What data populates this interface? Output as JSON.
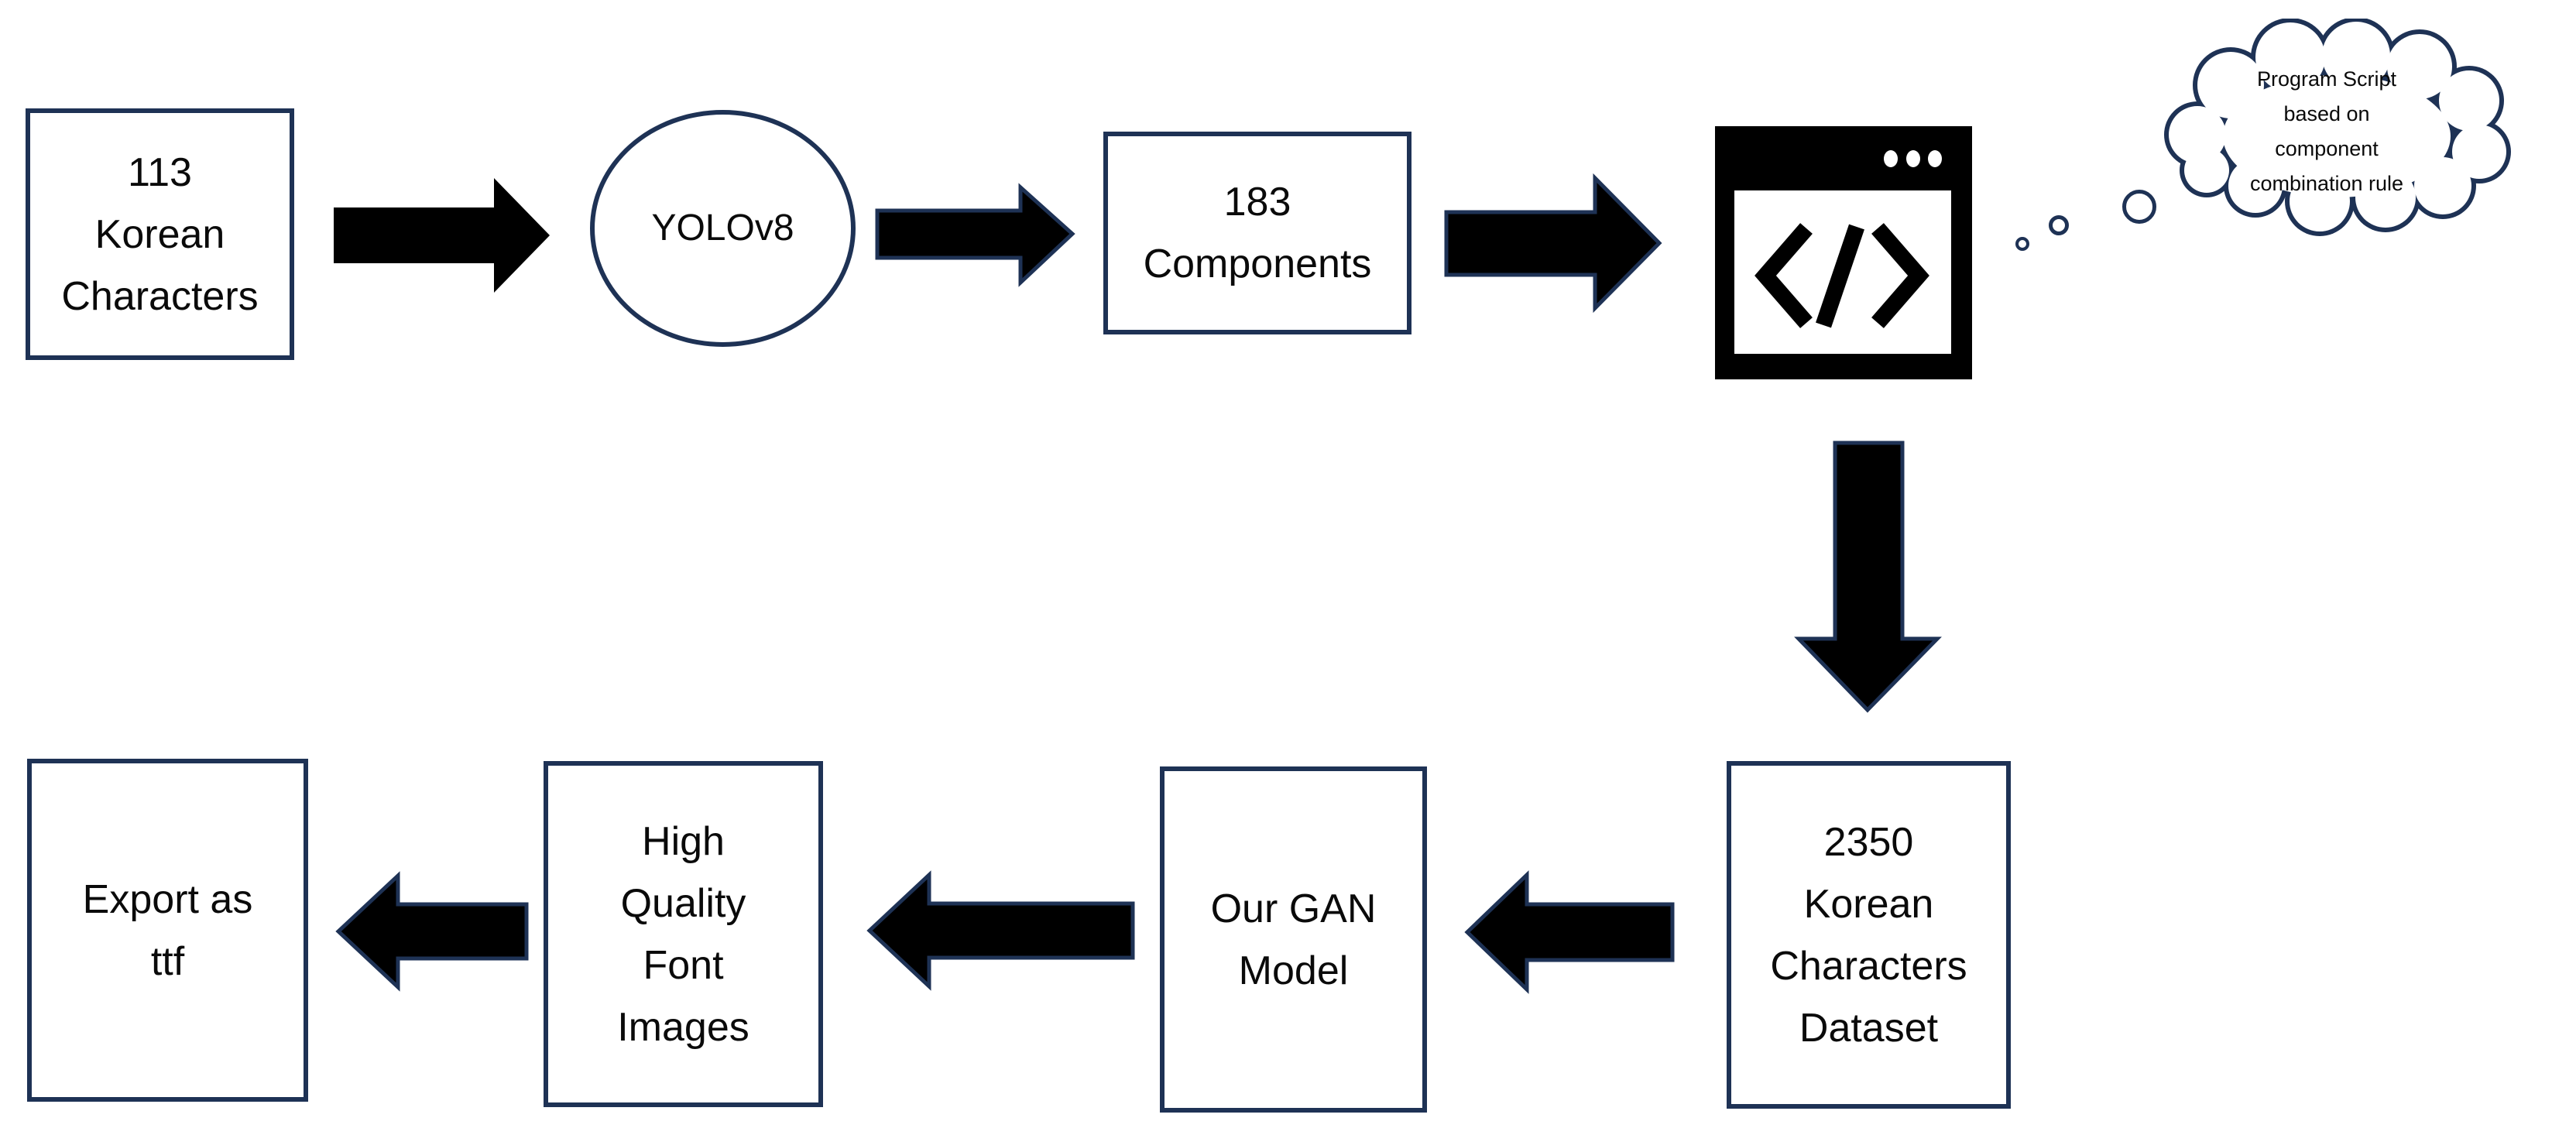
{
  "diagram": {
    "type": "flowchart-pipeline",
    "description": "Korean font generation pipeline"
  },
  "colors": {
    "outline_navy": "#1E3255",
    "arrow_fill": "#000000",
    "background": "#FFFFFF",
    "text": "#0A0A0A"
  },
  "nodes": {
    "korean_chars_113": {
      "shape": "rectangle",
      "lines": [
        "113",
        "Korean",
        "Characters"
      ]
    },
    "yolov8": {
      "shape": "ellipse",
      "label": "YOLOv8"
    },
    "components_183": {
      "shape": "rectangle",
      "lines": [
        "183",
        "Components"
      ]
    },
    "code_window": {
      "shape": "icon",
      "icon": "code-window-icon",
      "glyph": "</>"
    },
    "thought_cloud": {
      "shape": "cloud-callout",
      "lines": [
        "Program Script",
        "based on",
        "component",
        "combination rule"
      ]
    },
    "korean_dataset_2350": {
      "shape": "rectangle",
      "lines": [
        "2350",
        "Korean",
        "Characters",
        "Dataset"
      ]
    },
    "our_gan_model": {
      "shape": "rectangle",
      "lines": [
        "Our GAN",
        "Model"
      ]
    },
    "high_quality_font_images": {
      "shape": "rectangle",
      "lines": [
        "High",
        "Quality",
        "Font",
        "Images"
      ]
    },
    "export_ttf": {
      "shape": "rectangle",
      "lines": [
        "Export as",
        "ttf"
      ]
    }
  },
  "arrows": [
    {
      "from": "113 Korean Characters",
      "to": "YOLOv8",
      "direction": "right"
    },
    {
      "from": "YOLOv8",
      "to": "183 Components",
      "direction": "right"
    },
    {
      "from": "183 Components",
      "to": "Program Script code window",
      "direction": "right"
    },
    {
      "from": "Program Script code window",
      "to": "2350 Korean Characters Dataset",
      "direction": "down"
    },
    {
      "from": "2350 Korean Characters Dataset",
      "to": "Our GAN Model",
      "direction": "left"
    },
    {
      "from": "Our GAN Model",
      "to": "High Quality Font Images",
      "direction": "left"
    },
    {
      "from": "High Quality Font Images",
      "to": "Export as ttf",
      "direction": "left"
    }
  ]
}
